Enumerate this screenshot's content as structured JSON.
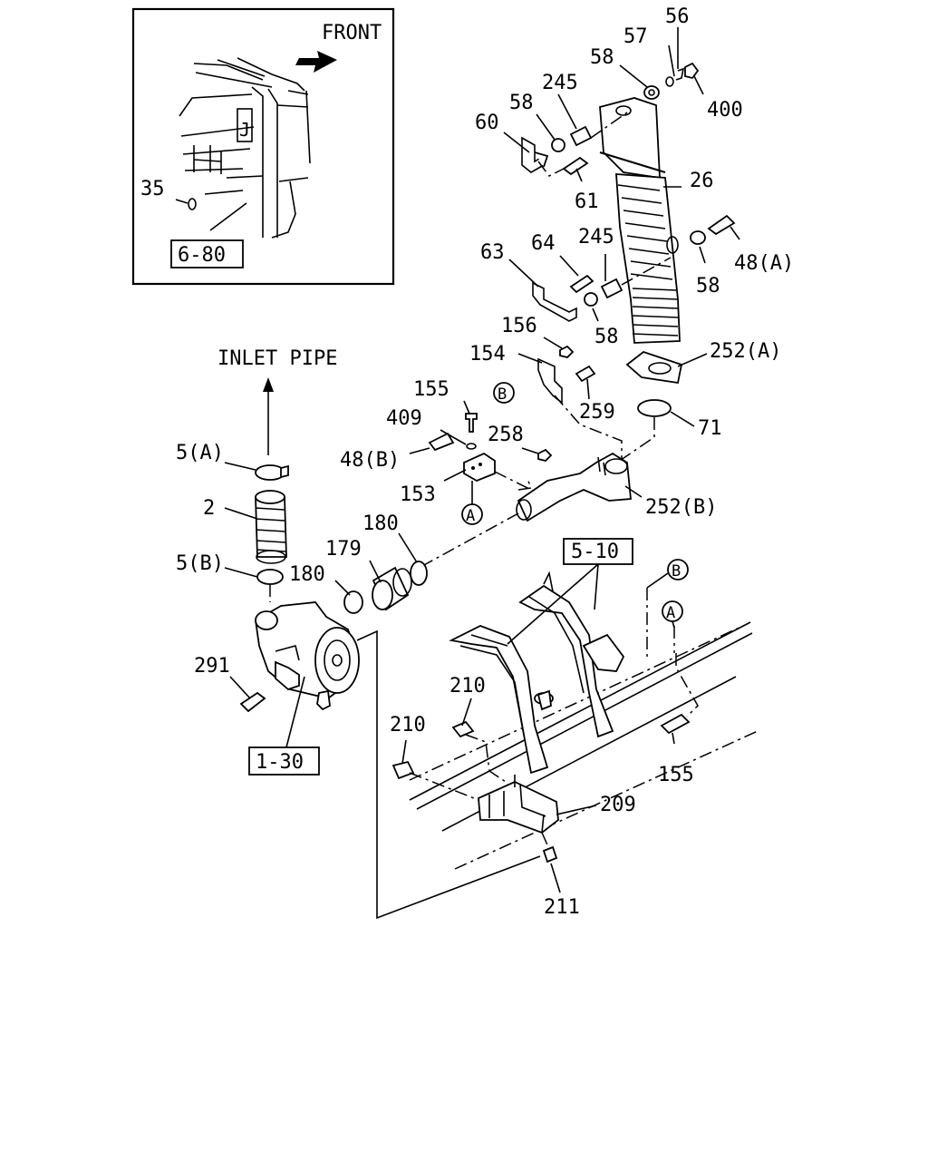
{
  "inset": {
    "front_label": "FRONT",
    "part_35": "35",
    "ref_6_80": "6-80",
    "cab_letter": "J"
  },
  "inlet_pipe_label": "INLET PIPE",
  "callouts": {
    "p56": "56",
    "p57": "57",
    "p58a": "58",
    "p245a": "245",
    "p400": "400",
    "p60": "60",
    "p58b": "58",
    "p61": "61",
    "p26": "26",
    "p63": "63",
    "p64": "64",
    "p245b": "245",
    "p58c": "58",
    "p48a": "48(A)",
    "p58d": "58",
    "p156": "156",
    "p154": "154",
    "p252a": "252(A)",
    "p155a": "155",
    "p259": "259",
    "p71": "71",
    "p409": "409",
    "p258": "258",
    "p48b": "48(B)",
    "p153": "153",
    "p252b": "252(B)",
    "p5a": "5(A)",
    "p2": "2",
    "p180a": "180",
    "p179": "179",
    "p5b": "5(B)",
    "p180b": "180",
    "p291": "291",
    "p210a": "210",
    "p210b": "210",
    "p155b": "155",
    "p209": "209",
    "p211": "211",
    "ref_5_10": "5-10",
    "ref_1_30": "1-30",
    "mark_a1": "A",
    "mark_b1": "B",
    "mark_a2": "A",
    "mark_b2": "B"
  }
}
